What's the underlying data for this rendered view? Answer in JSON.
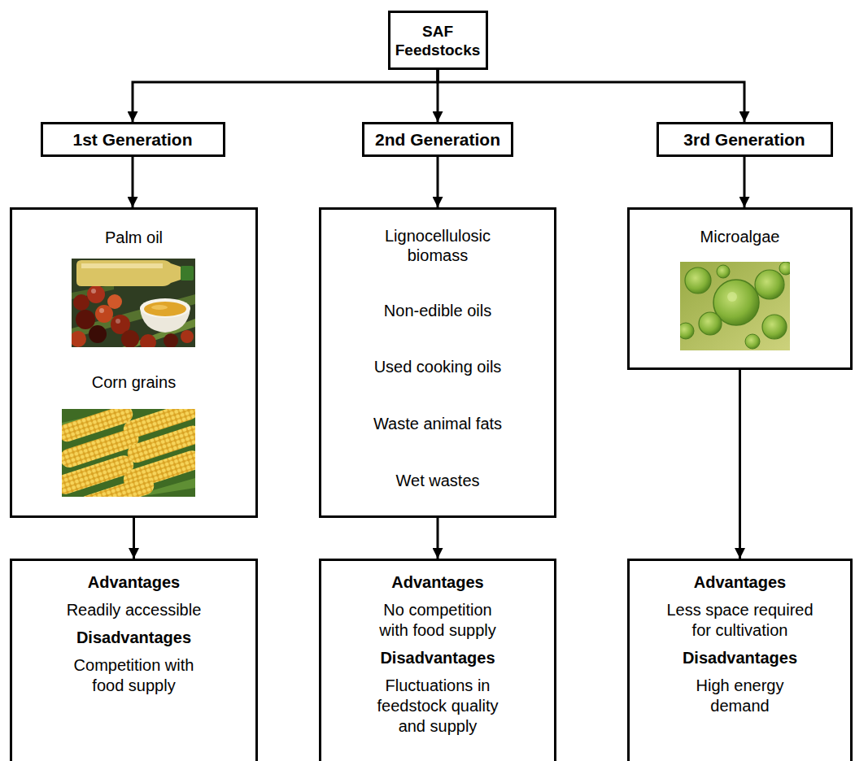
{
  "diagram": {
    "nodes": [
      {
        "text": [
          "SAF Feedstocks"
        ]
      },
      {
        "text": [
          "1st Generation"
        ]
      },
      {
        "text": [
          "2nd Generation"
        ]
      },
      {
        "text": [
          "3rd Generation"
        ]
      },
      {
        "text": [
          "Palm oil",
          "Corn grains"
        ]
      },
      {
        "text": [
          "Lignocellulosic biomass",
          "Non-edible oils",
          "Used cooking oils",
          "Waste animal fats",
          "Wet wastes"
        ]
      },
      {
        "text": [
          "Microalgae"
        ]
      },
      {
        "text": [
          "Advantages",
          "Readily accessible",
          "Disadvantages",
          "Competition with food supply"
        ]
      },
      {
        "text": [
          "Advantages",
          "No competition with food supply",
          "Disadvantages",
          "Fluctuations in feedstock quality and supply"
        ]
      },
      {
        "text": [
          "Advantages",
          "Less space required for cultivation",
          "Disadvantages",
          "High energy demand"
        ]
      }
    ],
    "edges": [
      {
        "from": 0,
        "to": 1,
        "arrow": "to"
      },
      {
        "from": 0,
        "to": 2,
        "arrow": "to"
      },
      {
        "from": 0,
        "to": 3,
        "arrow": "to"
      },
      {
        "from": 1,
        "to": 4,
        "arrow": "to"
      },
      {
        "from": 2,
        "to": 5,
        "arrow": "to"
      },
      {
        "from": 3,
        "to": 6,
        "arrow": "to"
      },
      {
        "from": 4,
        "to": 7,
        "arrow": "to"
      },
      {
        "from": 5,
        "to": 8,
        "arrow": "to"
      },
      {
        "from": 6,
        "to": 9,
        "arrow": "to"
      }
    ]
  }
}
